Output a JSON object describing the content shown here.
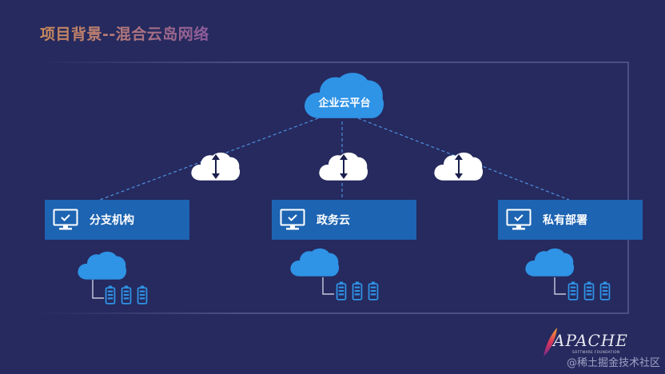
{
  "title": "项目背景--混合云岛网络",
  "top_node": {
    "label": "企业云平台",
    "icon": "cloud-icon"
  },
  "nodes": [
    {
      "label": "分支机构",
      "icon": "monitor-icon"
    },
    {
      "label": "政务云",
      "icon": "monitor-icon"
    },
    {
      "label": "私有部署",
      "icon": "monitor-icon"
    }
  ],
  "colors": {
    "background": "#262a5e",
    "node_fill": "#1d64b2",
    "cloud_blue": "#2f93e6",
    "connector_dash": "#4f8fe0",
    "title_gradient_start": "#c98a5b",
    "title_gradient_end": "#8b5a9b"
  },
  "logo": {
    "word": "APACHE",
    "tagline": "SOFTWARE FOUNDATION",
    "icon": "feather-icon"
  },
  "watermark": "@稀土掘金技术社区"
}
